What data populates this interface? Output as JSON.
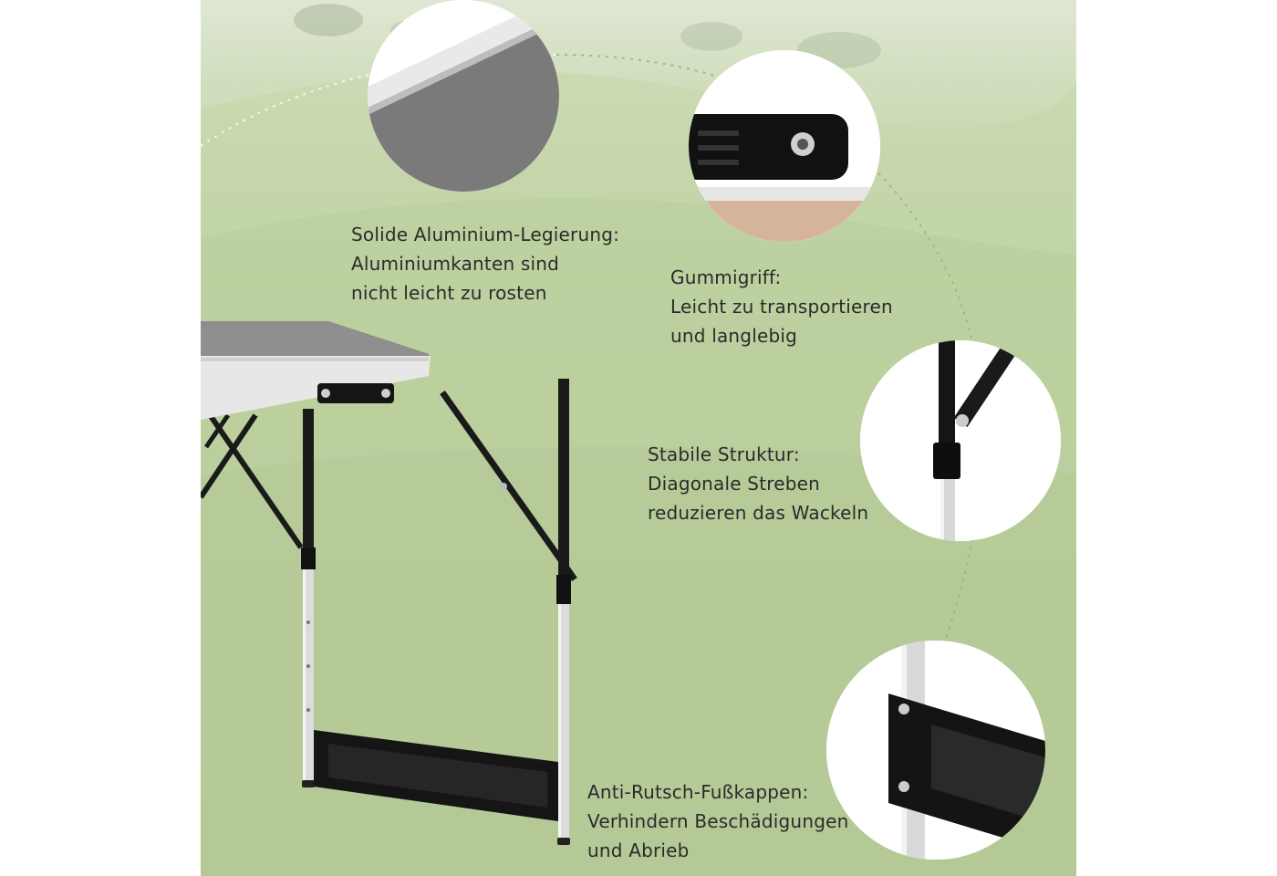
{
  "features": [
    {
      "title": "Solide Aluminium-Legierung:",
      "lines": [
        "Aluminiumkanten sind",
        "nicht leicht zu rosten"
      ]
    },
    {
      "title": "Gummigriff:",
      "lines": [
        "Leicht zu transportieren",
        "und langlebig"
      ]
    },
    {
      "title": "Stabile Struktur:",
      "lines": [
        "Diagonale Streben",
        "reduzieren das Wackeln"
      ]
    },
    {
      "title": "Anti-Rutsch-Fußkappen:",
      "lines": [
        "Verhindern Beschädigungen",
        "und Abrieb"
      ]
    }
  ],
  "colors": {
    "meadow": "#b9cf9c",
    "tabletop": "#8a8a8a",
    "aluminium_edge": "#e4e4e4",
    "frame_black": "#1a1a1a",
    "leg_silver": "#d8d8d8",
    "text": "#2b2b2b"
  }
}
